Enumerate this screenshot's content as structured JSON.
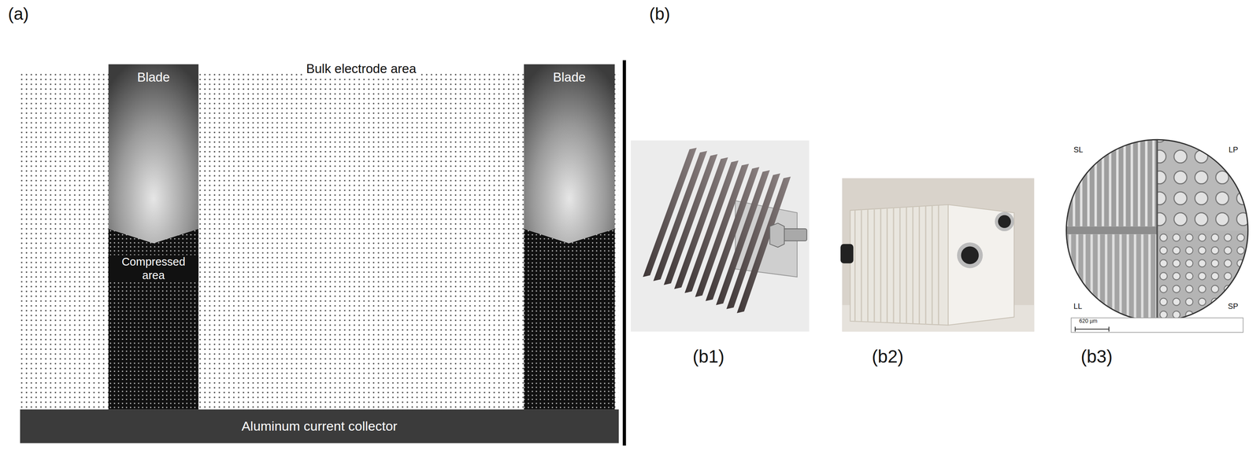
{
  "diagram": {
    "nodes": [
      {
        "text": [
          "Blade"
        ]
      },
      {
        "text": [
          "Bulk electrode area"
        ]
      },
      {
        "text": [
          "Blade"
        ]
      },
      {
        "text": [
          "Compressed area"
        ]
      },
      {
        "text": [
          "Aluminum current collector"
        ]
      }
    ],
    "labels": [
      "(a)",
      "(b)",
      "(b1)",
      "(b2)",
      "(b3)",
      "SL",
      "LP",
      "LL",
      "SP",
      "620 µm"
    ]
  }
}
